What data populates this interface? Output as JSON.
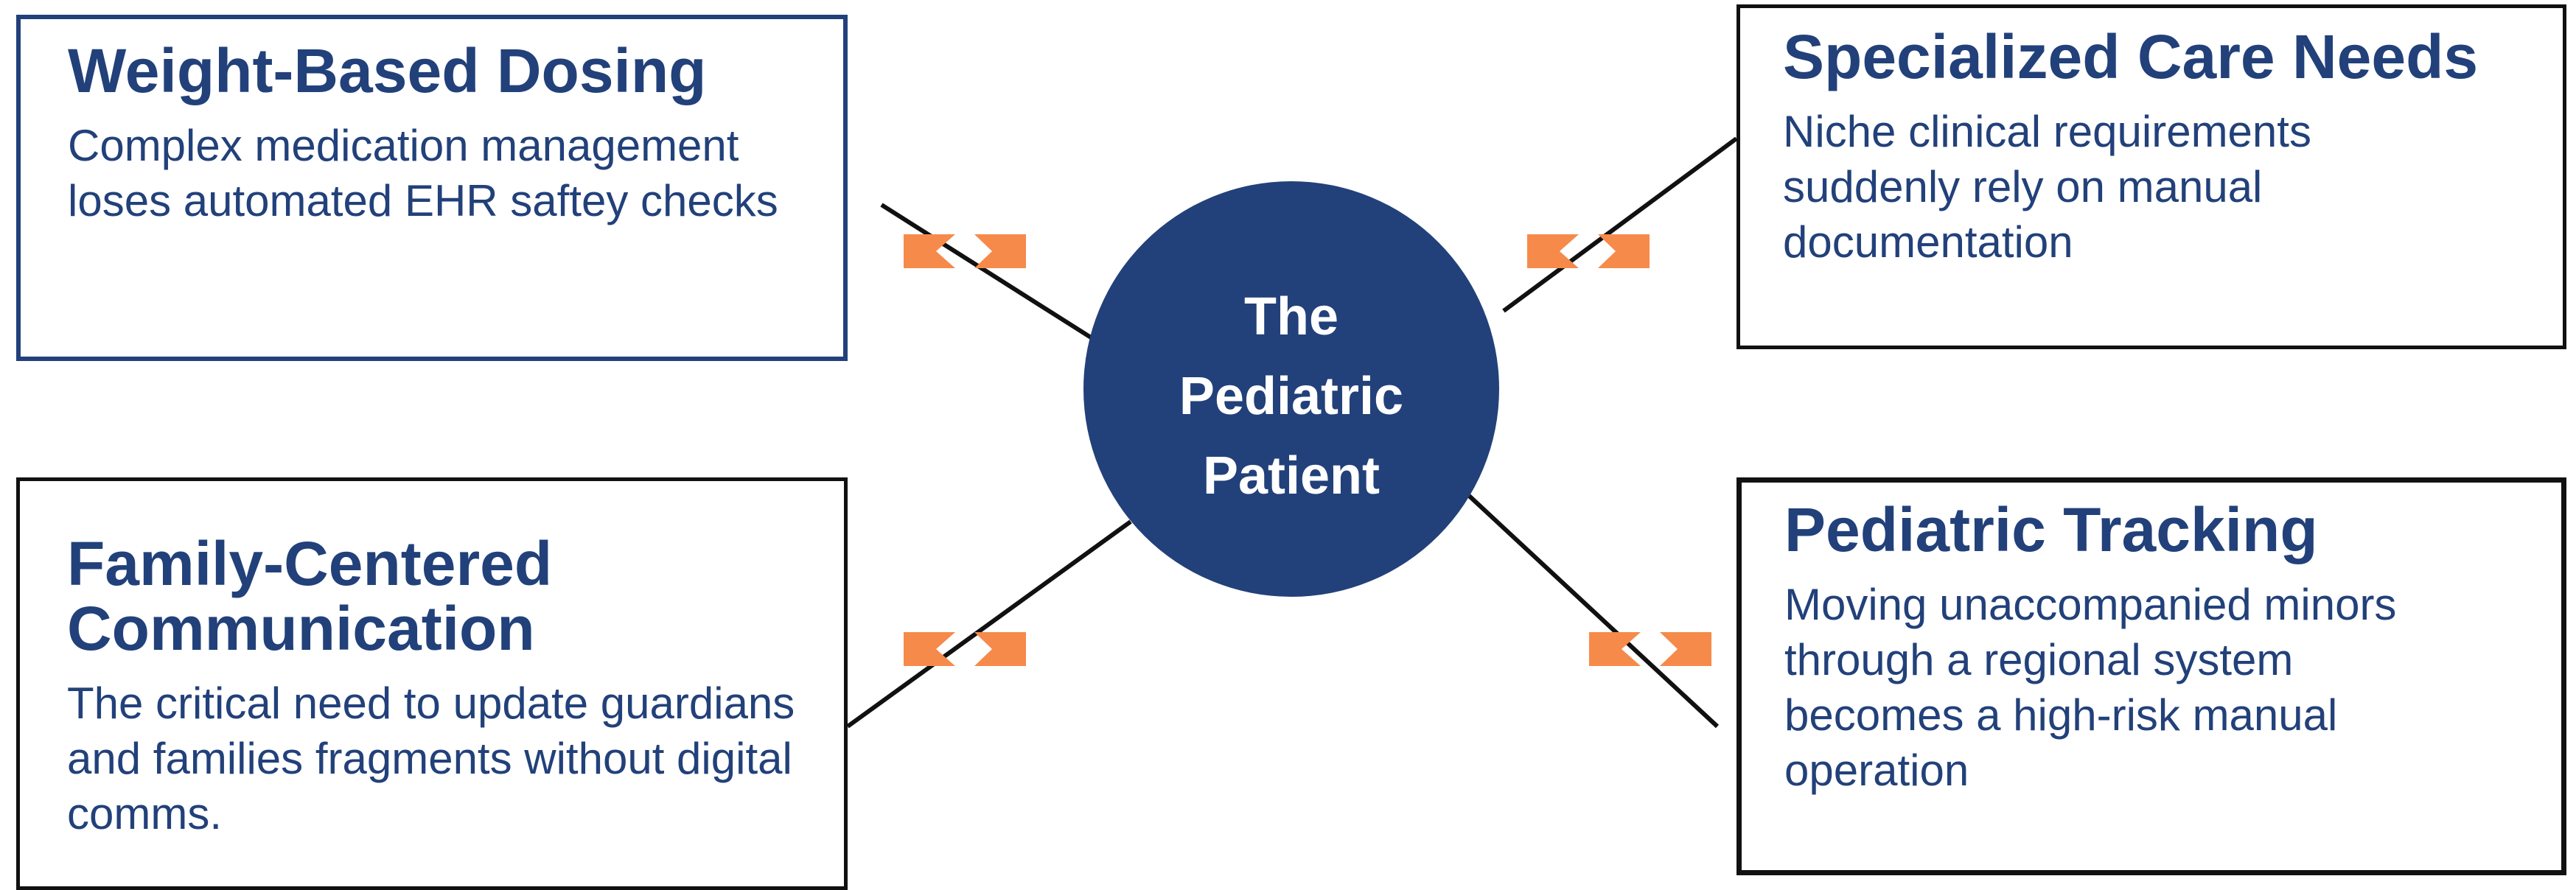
{
  "colors": {
    "navy": "#22407A",
    "accent_orange": "#F58A4B",
    "line": "#111111"
  },
  "center": {
    "line1": "The",
    "line2": "Pediatric",
    "line3": "Patient"
  },
  "cards": {
    "weight_based_dosing": {
      "title": "Weight-Based Dosing",
      "body": "Complex medication management loses automated EHR saftey checks"
    },
    "specialized_care_needs": {
      "title": "Specialized Care Needs",
      "body": "Niche clinical requirements suddenly rely on manual documentation"
    },
    "family_centered_communication": {
      "title": "Family-Centered Communication",
      "body": "The critical need to update guardians and families fragments without digital comms."
    },
    "pediatric_tracking": {
      "title": "Pediatric Tracking",
      "body": "Moving unaccompanied minors through a regional system becomes a high-risk manual operation"
    }
  }
}
